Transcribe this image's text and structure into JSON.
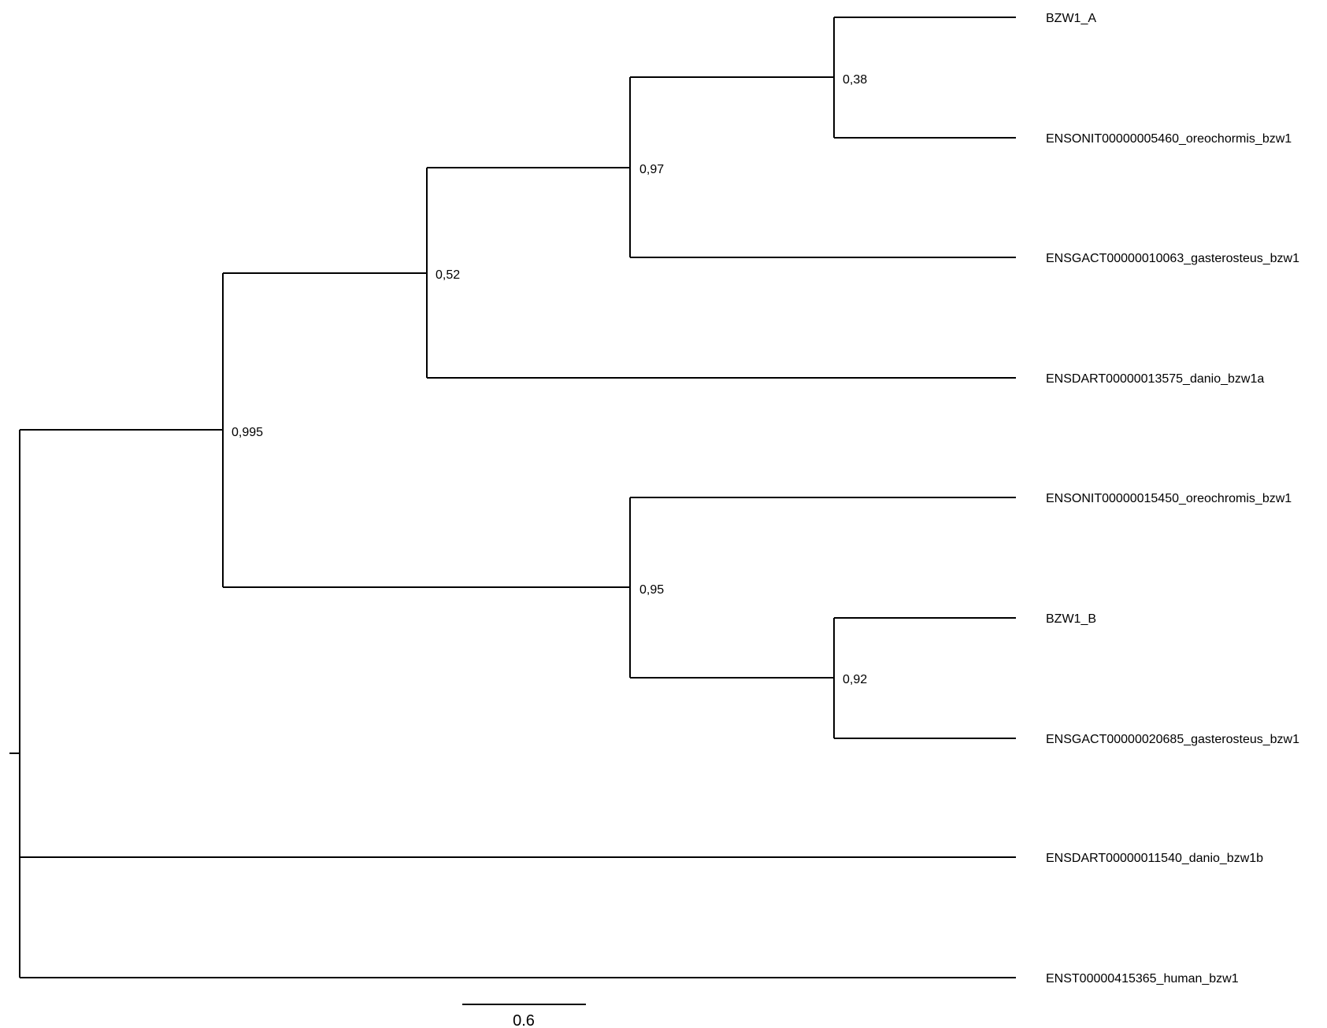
{
  "tree": {
    "tips": [
      {
        "id": "t1",
        "label": "BZW1_A"
      },
      {
        "id": "t2",
        "label": "ENSONIT00000005460_oreochormis_bzw1"
      },
      {
        "id": "t3",
        "label": "ENSGACT00000010063_gasterosteus_bzw1"
      },
      {
        "id": "t4",
        "label": "ENSDART00000013575_danio_bzw1a"
      },
      {
        "id": "t5",
        "label": "ENSONIT00000015450_oreochromis_bzw1"
      },
      {
        "id": "t6",
        "label": "BZW1_B"
      },
      {
        "id": "t7",
        "label": "ENSGACT00000020685_gasterosteus_bzw1"
      },
      {
        "id": "t8",
        "label": "ENSDART00000011540_danio_bzw1b"
      },
      {
        "id": "t9",
        "label": "ENST00000415365_human_bzw1"
      }
    ],
    "support_values": [
      {
        "id": "n38",
        "value": "0,38"
      },
      {
        "id": "n97",
        "value": "0,97"
      },
      {
        "id": "n52",
        "value": "0,52"
      },
      {
        "id": "n995",
        "value": "0,995"
      },
      {
        "id": "n95",
        "value": "0,95"
      },
      {
        "id": "n92",
        "value": "0,92"
      }
    ],
    "scale_bar": {
      "label": "0.6",
      "length_units": 0.6
    }
  },
  "colors": {
    "branch": "#000000",
    "background": "#ffffff"
  }
}
